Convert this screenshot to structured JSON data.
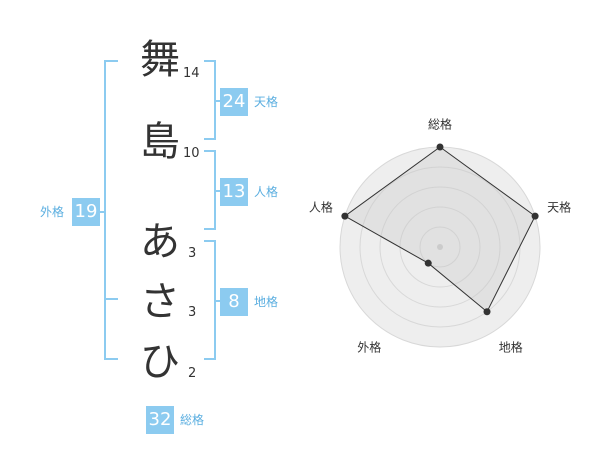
{
  "name_chars": [
    {
      "char": "舞",
      "strokes": "14"
    },
    {
      "char": "島",
      "strokes": "10"
    },
    {
      "char": "あ",
      "strokes": "3"
    },
    {
      "char": "さ",
      "strokes": "3"
    },
    {
      "char": "ひ",
      "strokes": "2"
    }
  ],
  "kaku": {
    "tenkaku": {
      "label": "天格",
      "value": "24"
    },
    "jinkaku": {
      "label": "人格",
      "value": "13"
    },
    "chikaku": {
      "label": "地格",
      "value": "8"
    },
    "gaikaku": {
      "label": "外格",
      "value": "19"
    },
    "soukaku": {
      "label": "総格",
      "value": "32"
    }
  },
  "colors": {
    "accent": "#8ccbf0",
    "accent_text": "#5aaee0",
    "text": "#333333",
    "radar_fill": "#eeeeee",
    "grid": "#d8d8d8"
  },
  "chart_data": {
    "type": "radar",
    "axes": [
      "総格",
      "天格",
      "地格",
      "外格",
      "人格"
    ],
    "values": [
      5,
      5,
      4,
      1,
      5
    ],
    "r_max": 5,
    "rings": 5
  }
}
